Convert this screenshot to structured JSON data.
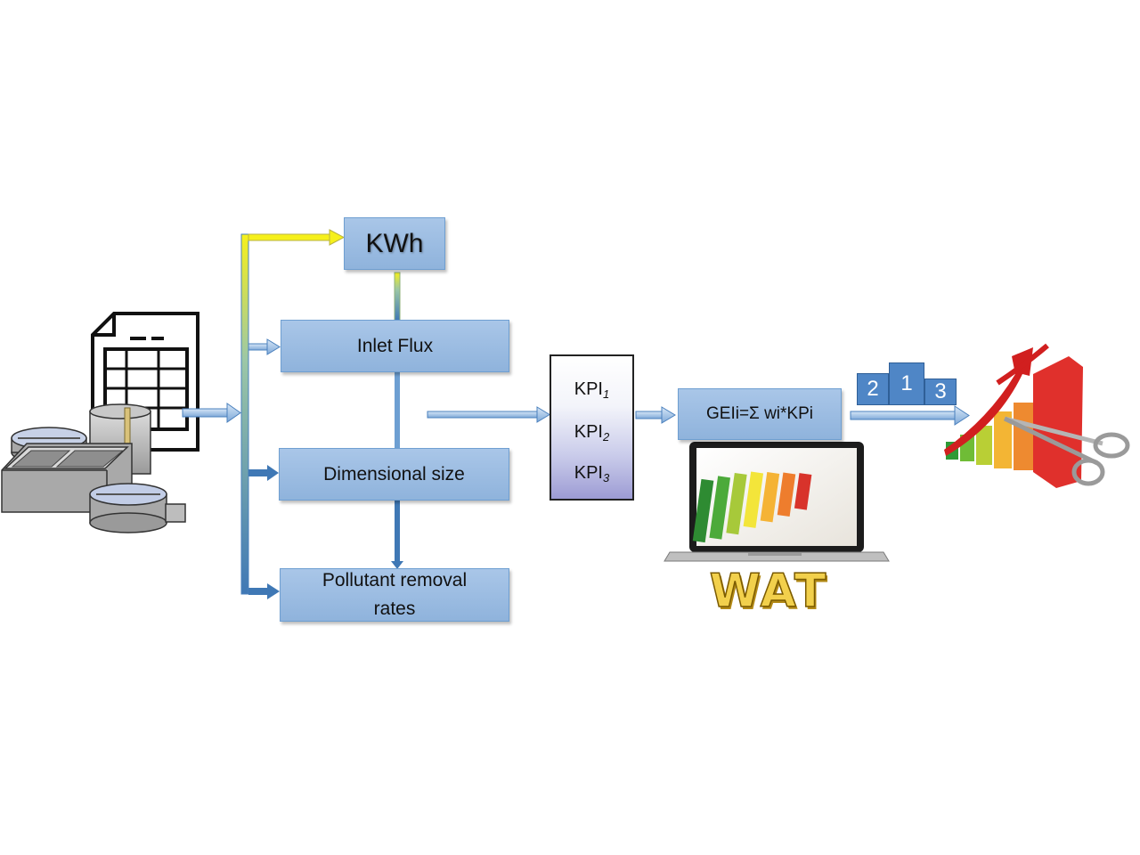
{
  "boxes": {
    "kwh": "KWh",
    "inlet_flux": "Inlet Flux",
    "dimensional_size": "Dimensional size",
    "pollutant_removal": "Pollutant removal rates",
    "geli_formula": "GEIi=Σ wi*KPi"
  },
  "kpi": [
    {
      "label": "KPI",
      "sub": "1"
    },
    {
      "label": "KPI",
      "sub": "2"
    },
    {
      "label": "KPI",
      "sub": "3"
    }
  ],
  "podium": {
    "left": "2",
    "center": "1",
    "right": "3"
  },
  "software_logo": "WAT",
  "colors": {
    "box_fill": "#9dbde3",
    "box_border": "#6f9fd1",
    "arrow_blue": "#3f78b5",
    "arrow_yellow": "#f6f01b",
    "podium": "#4f86c6"
  }
}
